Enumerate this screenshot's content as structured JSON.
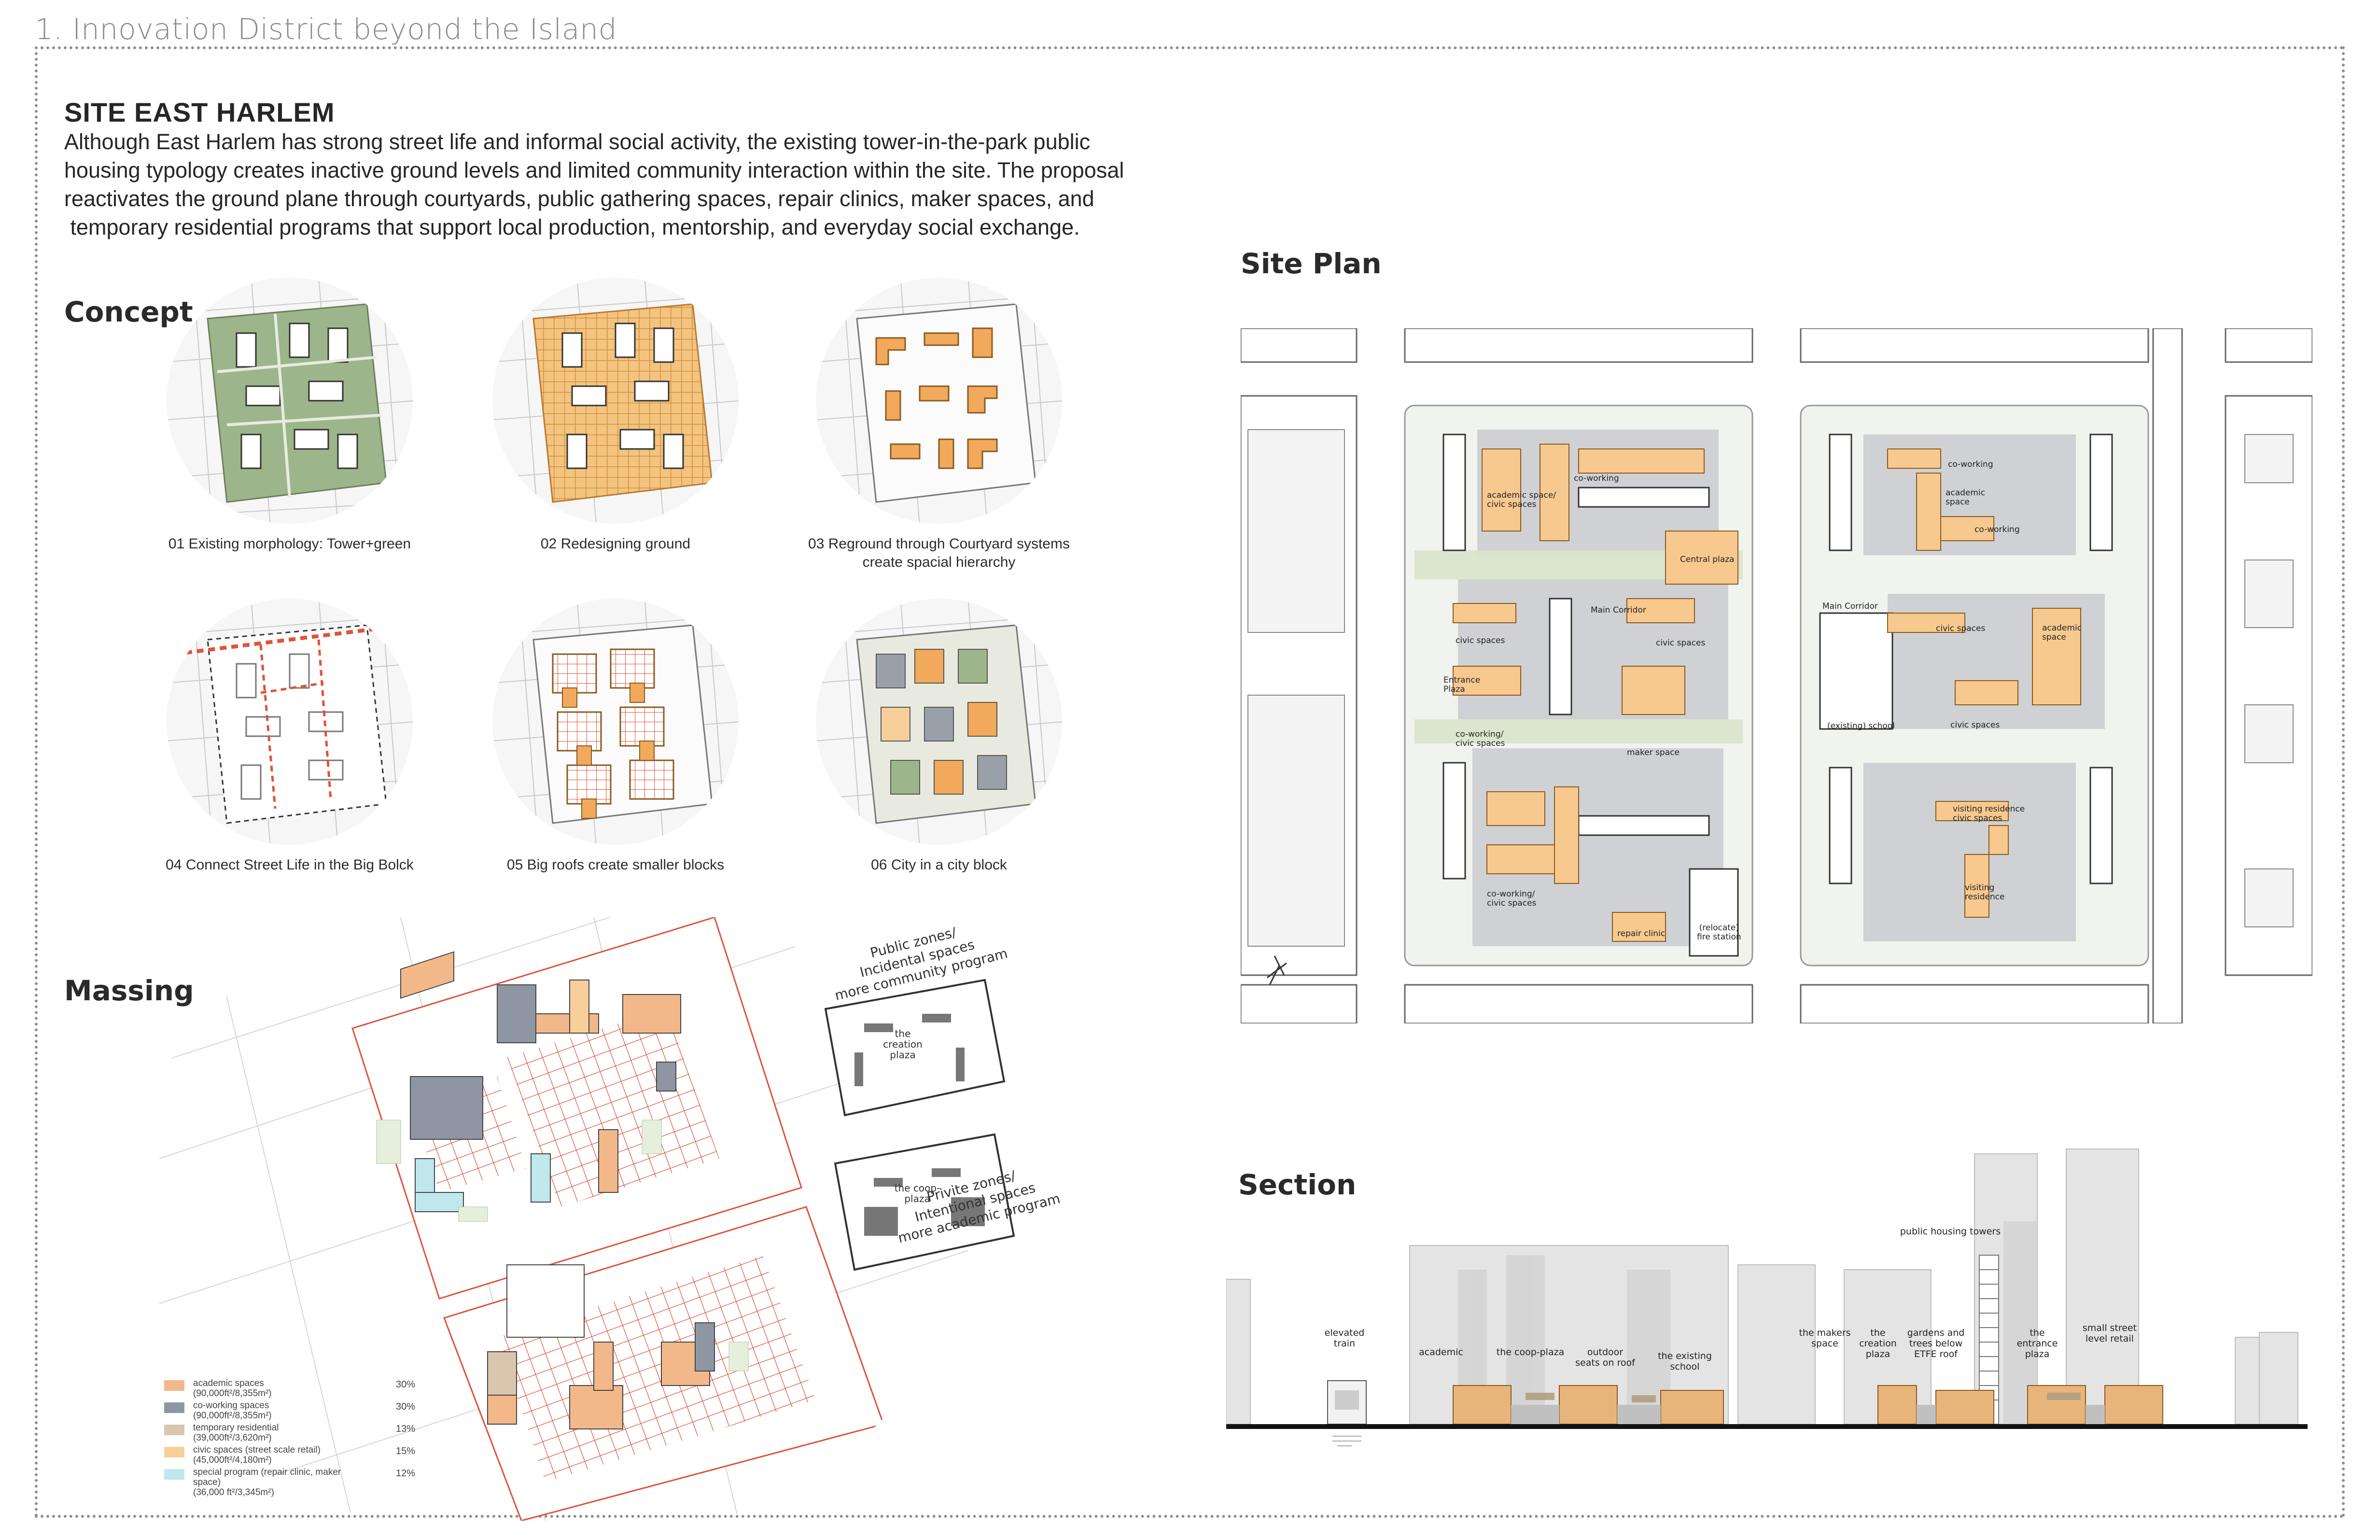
{
  "page_label": "1. Innovation District beyond the Island",
  "site": {
    "title": "SITE EAST HARLEM",
    "description_lines": [
      "Although East Harlem has strong street life and informal social activity, the existing tower-in-the-park public",
      "housing typology creates inactive ground levels and limited community interaction within the site. The proposal",
      "reactivates the ground plane through courtyards, public gathering spaces, repair clinics, maker spaces, and",
      " temporary residential programs that support local production, mentorship, and everyday social exchange."
    ]
  },
  "headings": {
    "concept": "Concept",
    "massing": "Massing",
    "site_plan": "Site Plan",
    "section": "Section"
  },
  "concept": [
    {
      "caption": "01 Existing morphology: Tower+green"
    },
    {
      "caption": "02 Redesigning ground"
    },
    {
      "caption": "03 Reground through Courtyard systems\ncreate spacial hierarchy"
    },
    {
      "caption": "04 Connect Street Life in the Big Bolck"
    },
    {
      "caption": "05 Big roofs create smaller blocks"
    },
    {
      "caption": "06 City in a city block"
    }
  ],
  "massing": {
    "zones": {
      "public": "Public zones/\nIncidental spaces\nmore community program",
      "private": "Privite zones/\nIntentional spaces\nmore academic program",
      "public_plaza": "the\ncreation\nplaza",
      "private_plaza": "the coop-\nplaza"
    },
    "legend": [
      {
        "label": "academic spaces\n(90,000ft²/8,355m²)",
        "pct": "30%",
        "color": "#f2b88a"
      },
      {
        "label": "co-working spaces\n(90,000ft²/8,355m²)",
        "pct": "30%",
        "color": "#8e96a3"
      },
      {
        "label": "temporary residential\n(39,000ft²/3,620m²)",
        "pct": "13%",
        "color": "#d9c6ad"
      },
      {
        "label": "civic spaces (street scale retail)\n(45,000ft²/4,180m²)",
        "pct": "15%",
        "color": "#f7cf9a"
      },
      {
        "label": "special program (repair clinic, maker space)\n(36,000 ft²/3,345m²)",
        "pct": "12%",
        "color": "#bfe7ec"
      }
    ]
  },
  "site_plan": {
    "labels": {
      "academic_civic": "academic space/\ncivic spaces",
      "coworking_w1": "co-working",
      "central_plaza": "Central plaza",
      "main_corridor_w": "Main Corridor",
      "civic_w1": "civic spaces",
      "civic_w2": "civic spaces",
      "entrance_plaza": "Entrance\nPlaza",
      "coworking_civic_w": "co-working/\ncivic spaces",
      "maker_space": "maker space",
      "coworking_civic_w2": "co-working/\ncivic spaces",
      "repair_clinic": "repair clinic",
      "fire_station": "(relocate)\nfire station",
      "coworking_e1": "co-working",
      "academic_e1": "academic\nspace",
      "coworking_e2": "co-working",
      "main_corridor_e": "Main Corridor",
      "civic_e1": "civic spaces",
      "academic_e2": "academic\nspace",
      "existing_school": "(existing) school",
      "civic_e2": "civic spaces",
      "visiting_civic": "visiting residence\ncivic spaces",
      "visiting_res": "visiting\nresidence"
    }
  },
  "section": {
    "labels": {
      "public_housing": "public housing towers",
      "elevated_train": "elevated\ntrain",
      "academic": "academic",
      "coop_plaza": "the coop-plaza",
      "outdoor_seats": "outdoor\nseats on roof",
      "existing_school": "the existing\nschool",
      "makers_space": "the makers\nspace",
      "creation_plaza": "the\ncreation\nplaza",
      "gardens": "gardens and\ntrees below\nETFE roof",
      "entrance_plaza": "the\nentrance\nplaza",
      "small_retail": "small street\nlevel retail"
    }
  },
  "colors": {
    "orange": "#f2a95b",
    "light_orange": "#f7cf9a",
    "red_line": "#e0523a",
    "green": "#9db58a",
    "grey": "#9aa0aa",
    "teal": "#a8dde4"
  }
}
